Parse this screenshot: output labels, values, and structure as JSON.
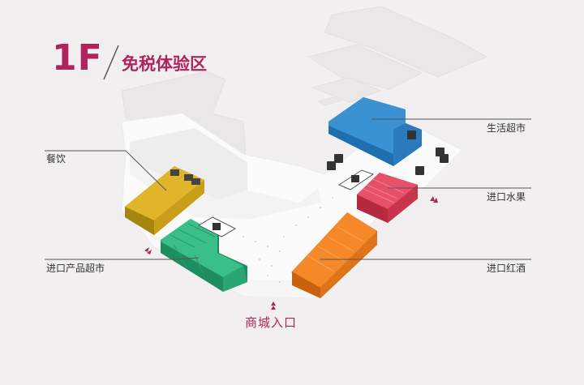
{
  "header": {
    "floor": "1F",
    "title": "免税体验区"
  },
  "zones": [
    {
      "key": "life",
      "label": "生活超市",
      "color": "#2f86c8"
    },
    {
      "key": "food",
      "label": "餐饮",
      "color": "#d9b224"
    },
    {
      "key": "fruit",
      "label": "进口水果",
      "color": "#e2445c"
    },
    {
      "key": "products",
      "label": "进口产品超市",
      "color": "#32b07c"
    },
    {
      "key": "wine",
      "label": "进口红酒",
      "color": "#f08a24"
    }
  ],
  "entrance": {
    "label": "商城入口",
    "color": "#b0245c"
  },
  "icons": [
    "escalator-icon",
    "elevator-icon",
    "restroom-icon",
    "entrance-arrow-icon"
  ]
}
